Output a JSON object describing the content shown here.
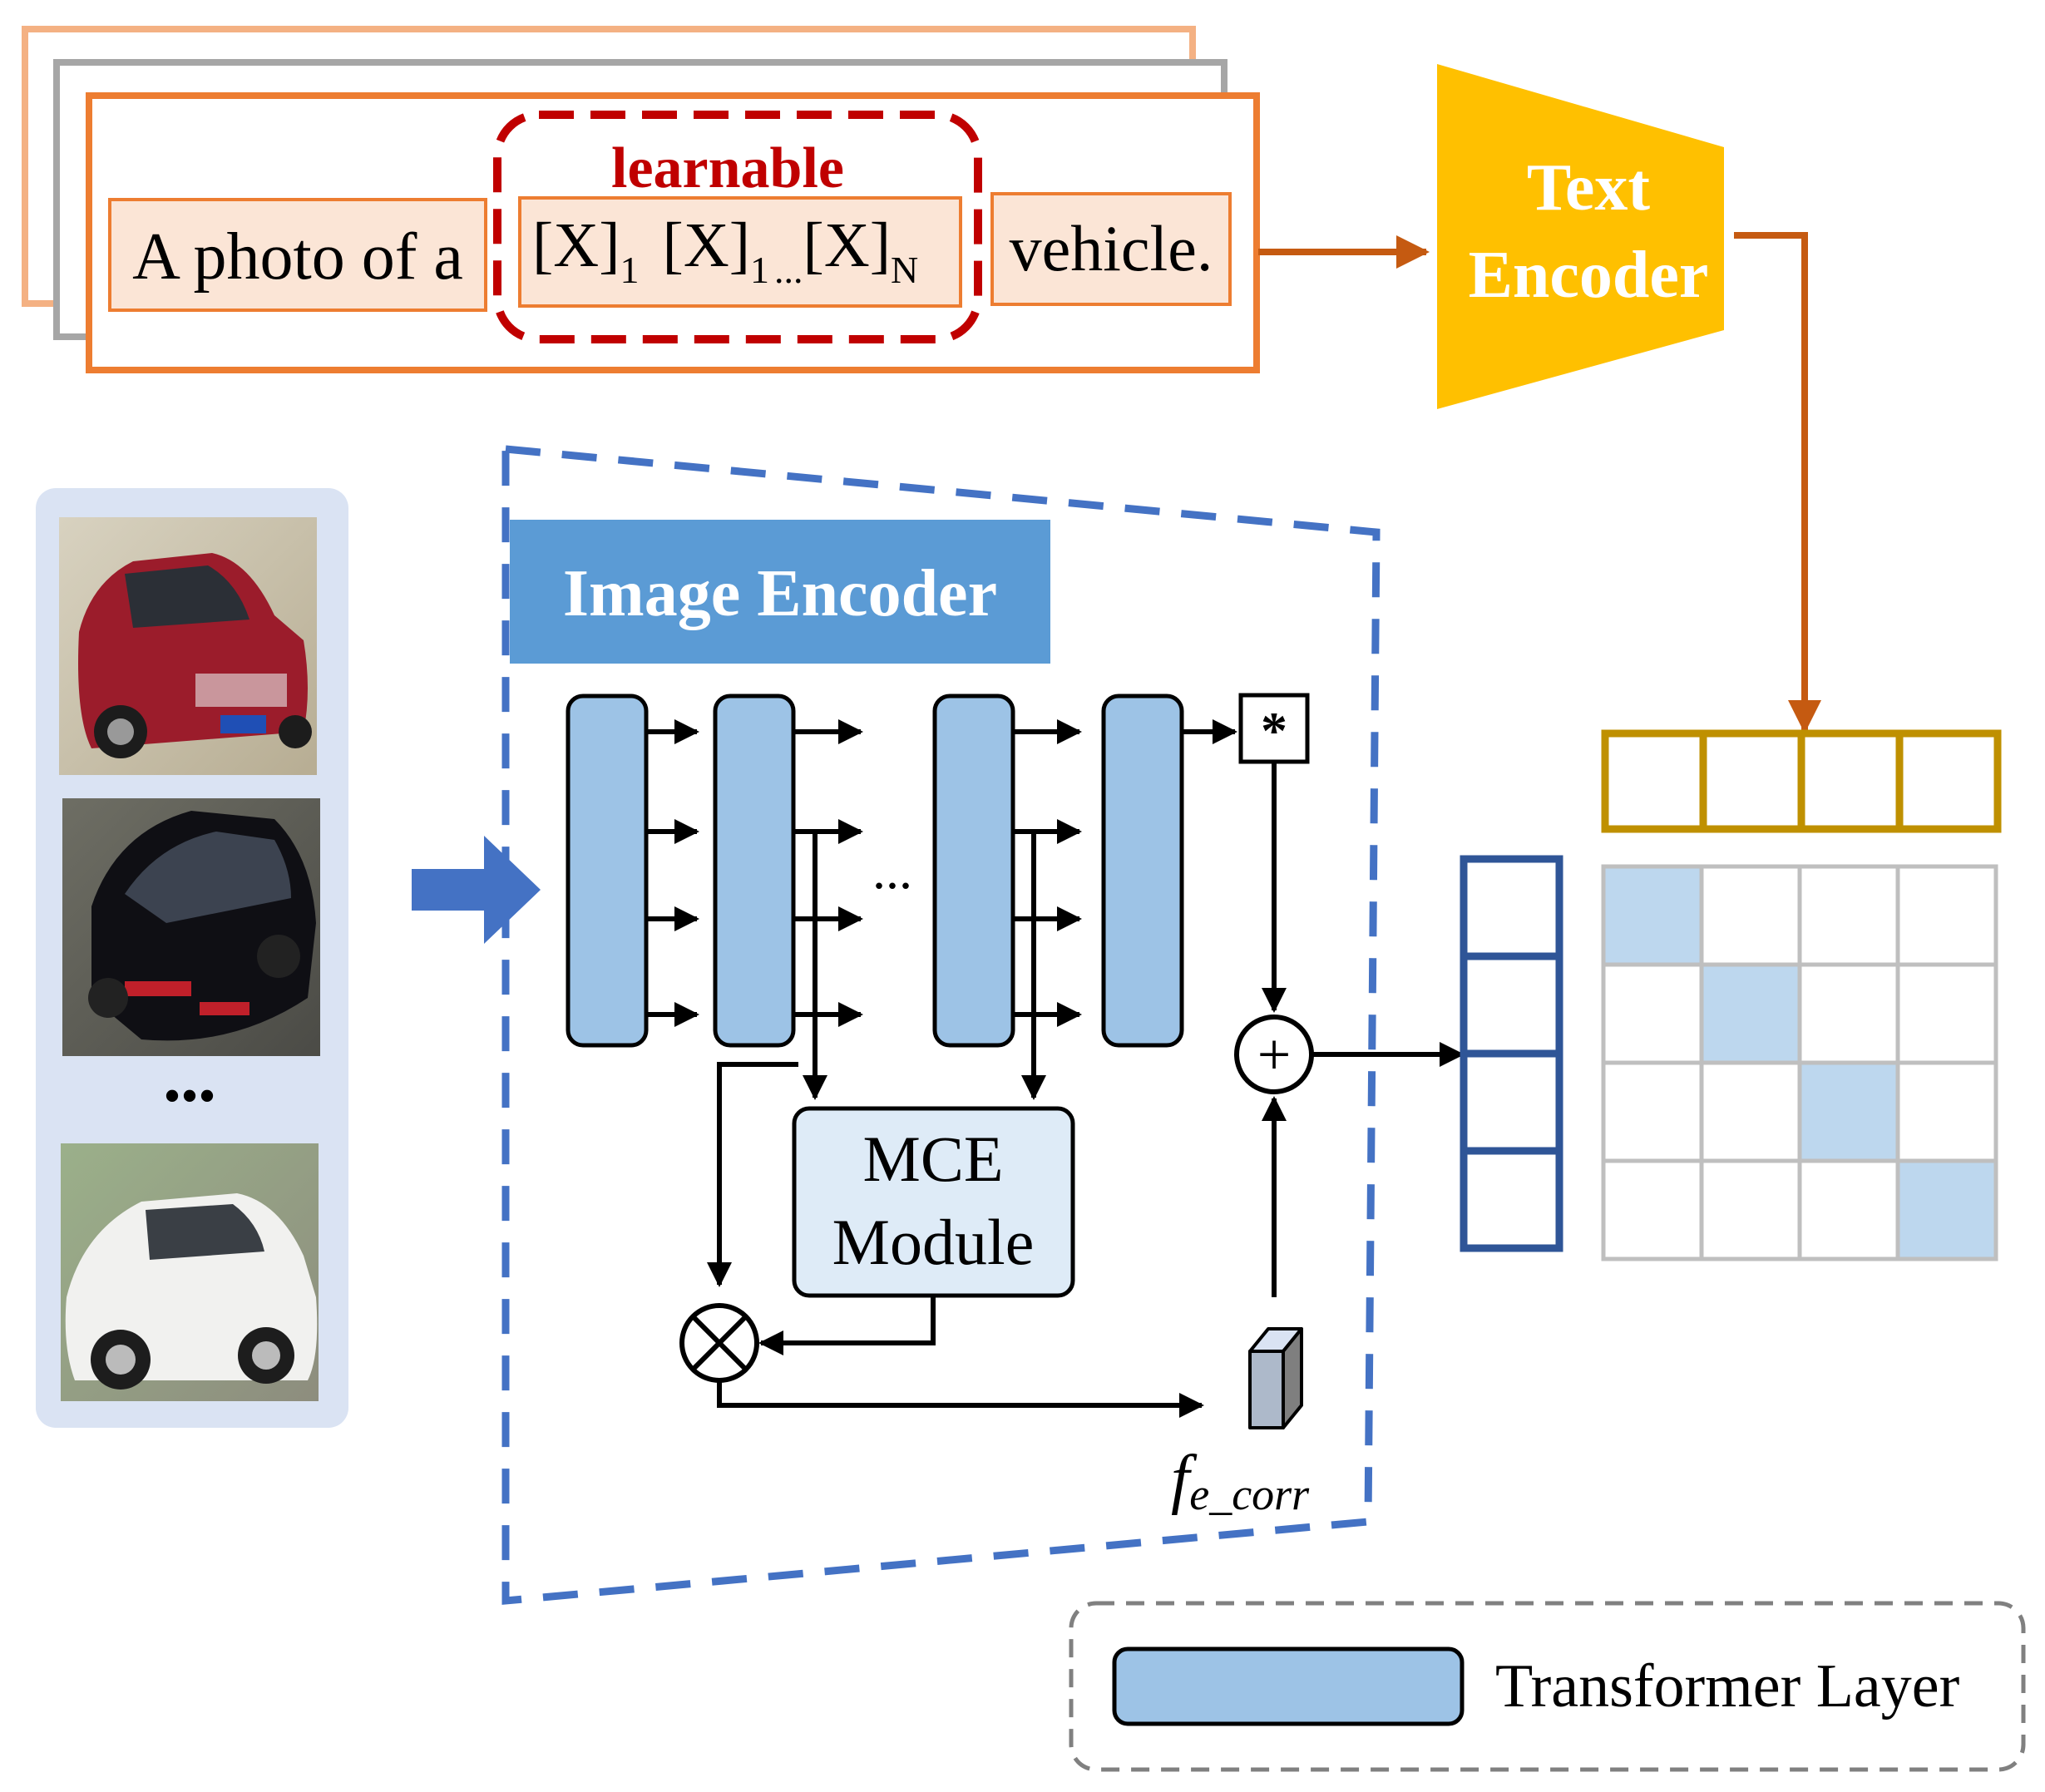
{
  "prompt": {
    "prefix": "A photo of a",
    "learnable_label": "learnable",
    "tokens": {
      "t1": "[X]",
      "s1": "1",
      "t2": "[X]",
      "s2": "1",
      "dots": "...",
      "t3": "[X]",
      "s3": "N"
    },
    "suffix": "vehicle."
  },
  "text_encoder": {
    "line1": "Text",
    "line2": "Encoder"
  },
  "image_encoder": {
    "title": "Image Encoder"
  },
  "layers": {
    "ellipsis": "..."
  },
  "gallery": {
    "dots": "•••"
  },
  "ops": {
    "star": "*",
    "plus": "+",
    "times": "×"
  },
  "mce": {
    "line1": "MCE",
    "line2": "Module"
  },
  "feature_label": {
    "main": "f",
    "sub": "e_corr"
  },
  "legend": {
    "label": "Transformer Layer"
  },
  "colors": {
    "orange": "#ED7D31",
    "orange_light": "#F4B183",
    "peach_fill": "#FBE5D6",
    "gray": "#A6A6A6",
    "dark_red": "#C00000",
    "gold": "#FFC000",
    "arrow_orange": "#C55A11",
    "blue_dashed": "#4472C4",
    "blue_band": "#5B9BD5",
    "layer_fill": "#9DC3E6",
    "panel_fill": "#DAE3F3",
    "mce_fill": "#DEEBF7",
    "navy": "#2F5597",
    "olive": "#BF9000",
    "matrix_grid": "#BFBFBF",
    "matrix_diag": "#BDD7EE"
  }
}
